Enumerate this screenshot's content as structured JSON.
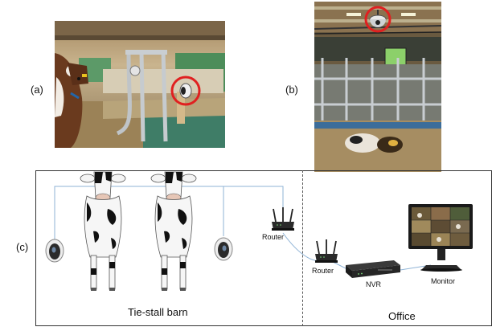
{
  "panels": {
    "a": "(a)",
    "b": "(b)",
    "c": "(c)"
  },
  "zones": {
    "barn": "Tie-stall barn",
    "office": "Office"
  },
  "devices": {
    "router_barn": "Router",
    "router_office": "Router",
    "nvr": "NVR",
    "monitor": "Monitor"
  },
  "colors": {
    "highlight_circle": "#e02020",
    "network_cable": "#8fb3d6",
    "stall_green": "#2f7d4f",
    "frame_border": "#333333"
  },
  "icons": {
    "dome_camera": "dome-camera-icon",
    "bullet_camera": "bullet-camera-icon",
    "router": "router-icon",
    "nvr": "nvr-icon",
    "monitor": "monitor-icon",
    "cow": "cow-icon"
  }
}
